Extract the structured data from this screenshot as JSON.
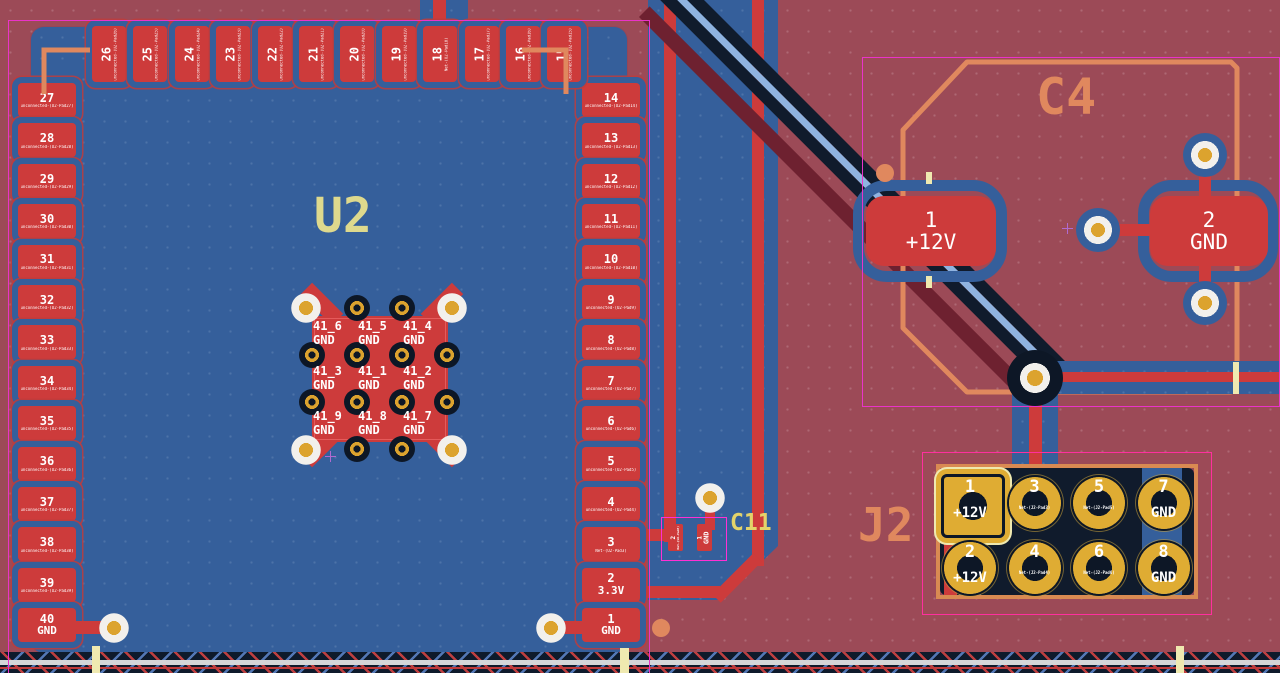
{
  "view": {
    "type": "pcb-layout-editor-canvas"
  },
  "colors": {
    "background_copper_back": "#9c4a57",
    "copper_front_red": "#cd3b3b",
    "zone_blue": "#355f9b",
    "courtyard_magenta": "#ea33c9",
    "silkscreen_orange": "#e0885e",
    "reference_yellow": "#ded98d",
    "via_gold": "#dca32e",
    "drill_dark": "#0d1726",
    "hatch_bar_navy": "#0e1a2b"
  },
  "components": {
    "U2": {
      "ref": "U2",
      "left_pads": [
        {
          "num": "27",
          "net": "unconnected-(U2-Pad27)"
        },
        {
          "num": "28",
          "net": "unconnected-(U2-Pad28)"
        },
        {
          "num": "29",
          "net": "unconnected-(U2-Pad29)"
        },
        {
          "num": "30",
          "net": "unconnected-(U2-Pad30)"
        },
        {
          "num": "31",
          "net": "unconnected-(U2-Pad31)"
        },
        {
          "num": "32",
          "net": "unconnected-(U2-Pad32)"
        },
        {
          "num": "33",
          "net": "unconnected-(U2-Pad33)"
        },
        {
          "num": "34",
          "net": "unconnected-(U2-Pad34)"
        },
        {
          "num": "35",
          "net": "unconnected-(U2-Pad35)"
        },
        {
          "num": "36",
          "net": "unconnected-(U2-Pad36)"
        },
        {
          "num": "37",
          "net": "unconnected-(U2-Pad37)"
        },
        {
          "num": "38",
          "net": "unconnected-(U2-Pad38)"
        },
        {
          "num": "39",
          "net": "unconnected-(U2-Pad39)"
        },
        {
          "num": "40",
          "net": "GND"
        }
      ],
      "right_pads": [
        {
          "num": "14",
          "net": "unconnected-(U2-Pad14)"
        },
        {
          "num": "13",
          "net": "unconnected-(U2-Pad13)"
        },
        {
          "num": "12",
          "net": "unconnected-(U2-Pad12)"
        },
        {
          "num": "11",
          "net": "unconnected-(U2-Pad11)"
        },
        {
          "num": "10",
          "net": "unconnected-(U2-Pad10)"
        },
        {
          "num": "9",
          "net": "unconnected-(U2-Pad9)"
        },
        {
          "num": "8",
          "net": "unconnected-(U2-Pad8)"
        },
        {
          "num": "7",
          "net": "unconnected-(U2-Pad7)"
        },
        {
          "num": "6",
          "net": "unconnected-(U2-Pad6)"
        },
        {
          "num": "5",
          "net": "unconnected-(U2-Pad5)"
        },
        {
          "num": "4",
          "net": "unconnected-(U2-Pad4)"
        },
        {
          "num": "3",
          "net": "Net-(U2-Pad3)"
        },
        {
          "num": "2",
          "net": "3.3V"
        },
        {
          "num": "1",
          "net": "GND"
        }
      ],
      "top_pads": [
        {
          "num": "26",
          "net": "unconnected-(U2-Pad26)"
        },
        {
          "num": "25",
          "net": "unconnected-(U2-Pad25)"
        },
        {
          "num": "24",
          "net": "unconnected-(U2-Pad24)"
        },
        {
          "num": "23",
          "net": "unconnected-(U2-Pad23)"
        },
        {
          "num": "22",
          "net": "unconnected-(U2-Pad22)"
        },
        {
          "num": "21",
          "net": "unconnected-(U2-Pad21)"
        },
        {
          "num": "20",
          "net": "unconnected-(U2-Pad20)"
        },
        {
          "num": "19",
          "net": "unconnected-(U2-Pad19)"
        },
        {
          "num": "18",
          "net": "Net-(U2-Pad18)"
        },
        {
          "num": "17",
          "net": "unconnected-(U2-Pad17)"
        },
        {
          "num": "16",
          "net": "unconnected-(U2-Pad16)"
        },
        {
          "num": "15",
          "net": "unconnected-(U2-Pad15)"
        }
      ],
      "thermal_pads": {
        "net": "GND",
        "grid": [
          [
            "41_6",
            "41_5",
            "41_4"
          ],
          [
            "41_3",
            "41_1",
            "41_2"
          ],
          [
            "41_9",
            "41_8",
            "41_7"
          ]
        ]
      }
    },
    "C4": {
      "ref": "C4",
      "pads": [
        {
          "num": "1",
          "net": "+12V"
        },
        {
          "num": "2",
          "net": "GND"
        }
      ]
    },
    "C11": {
      "ref": "C11",
      "pads": [
        {
          "num": "2",
          "net": "Net-(U2-Pad3)"
        },
        {
          "num": "1",
          "net": "GND"
        }
      ]
    },
    "J2": {
      "ref": "J2",
      "pins": [
        {
          "num": "1",
          "net": "+12V"
        },
        {
          "num": "3",
          "net": "Net-(J2-Pad3)"
        },
        {
          "num": "5",
          "net": "Net-(J2-Pad5)"
        },
        {
          "num": "7",
          "net": "GND"
        },
        {
          "num": "2",
          "net": "+12V"
        },
        {
          "num": "4",
          "net": "Net-(J2-Pad4)"
        },
        {
          "num": "6",
          "net": "Net-(J2-Pad6)"
        },
        {
          "num": "8",
          "net": "GND"
        }
      ]
    }
  }
}
